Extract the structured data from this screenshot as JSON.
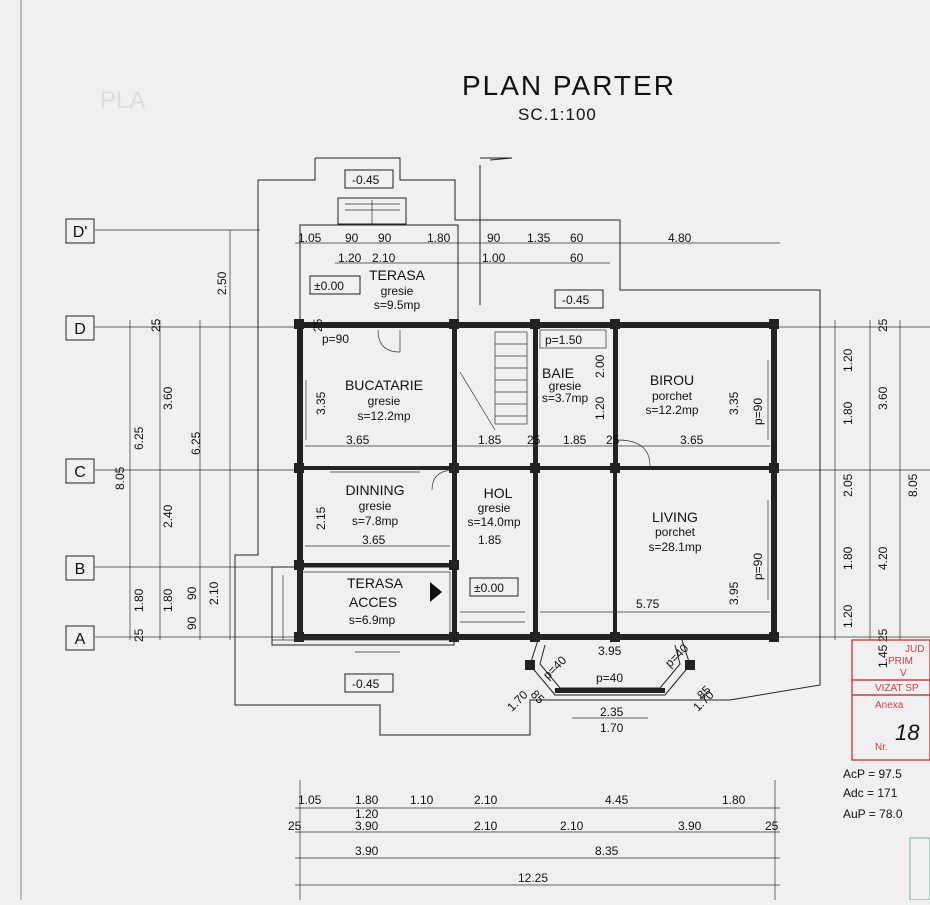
{
  "title": "PLAN PARTER",
  "scale": "SC.1:100",
  "axes": [
    "D'",
    "D",
    "C",
    "B",
    "A"
  ],
  "levels": {
    "top": "-0.45",
    "right": "-0.45",
    "bottom": "-0.45",
    "terrace": "±0.00",
    "access": "±0.00"
  },
  "rooms": {
    "terasa": {
      "name": "TERASA",
      "finish": "gresie",
      "area": "s=9.5mp"
    },
    "bucatarie": {
      "name": "BUCATARIE",
      "finish": "gresie",
      "area": "s=12.2mp"
    },
    "baie": {
      "name": "BAIE",
      "finish": "gresie",
      "area": "s=3.7mp"
    },
    "birou": {
      "name": "BIROU",
      "finish": "porchet",
      "area": "s=12.2mp"
    },
    "dinning": {
      "name": "DINNING",
      "finish": "gresie",
      "area": "s=7.8mp"
    },
    "hol": {
      "name": "HOL",
      "finish": "gresie",
      "area": "s=14.0mp"
    },
    "living": {
      "name": "LIVING",
      "finish": "porchet",
      "area": "s=28.1mp"
    },
    "terasa_acces": {
      "name1": "TERASA",
      "name2": "ACCES",
      "area": "s=6.9mp"
    }
  },
  "door_labels": {
    "p90_kitchen": "p=90",
    "p150_bath": "p=1.50",
    "p90_birou": "p=90",
    "p90_living": "p=90",
    "p40_a": "p=40",
    "p40_b": "p=40",
    "p40_c": "p=40"
  },
  "dims_top": [
    "1.05",
    "90",
    "90",
    "1.80",
    "90",
    "1.35",
    "60",
    "4.80"
  ],
  "dims_top2": [
    "1.20",
    "2.10",
    "1.00",
    "60"
  ],
  "dims_inner": [
    "3.65",
    "1.85",
    "25",
    "1.85",
    "25",
    "3.65",
    "3.35",
    "3.35",
    "2.15",
    "3.65",
    "1.85",
    "5.75",
    "3.95",
    "3.95",
    "2.35",
    "1.70",
    "85",
    "1.70",
    "85",
    "1.70",
    "1.20",
    "2.00",
    "25"
  ],
  "dims_left": [
    "2.50",
    "3.60",
    "6.25",
    "6.25",
    "8.05",
    "2.40",
    "1.80",
    "1.80",
    "90",
    "90",
    "2.10",
    "25",
    "25"
  ],
  "dims_right": [
    "1.20",
    "1.80",
    "3.60",
    "2.05",
    "8.05",
    "1.80",
    "4.20",
    "1.20",
    "1.45",
    "25",
    "25"
  ],
  "dims_bottom1": [
    "1.05",
    "1.80",
    "1.10",
    "2.10",
    "4.45",
    "1.80"
  ],
  "dims_bottom2": [
    "25",
    "1.20",
    "3.90",
    "2.10",
    "2.10",
    "3.90",
    "25"
  ],
  "dims_bottom3": [
    "3.90",
    "8.35"
  ],
  "dims_bottom4": [
    "12.25"
  ],
  "summary": [
    "AcP  =  97.5",
    "Adc  =  171",
    "AuP  =  78.0"
  ],
  "stamp": [
    "JUD",
    "PRIM",
    "V",
    "VIZAT SP",
    "Anexa",
    "Nr.",
    "18"
  ]
}
